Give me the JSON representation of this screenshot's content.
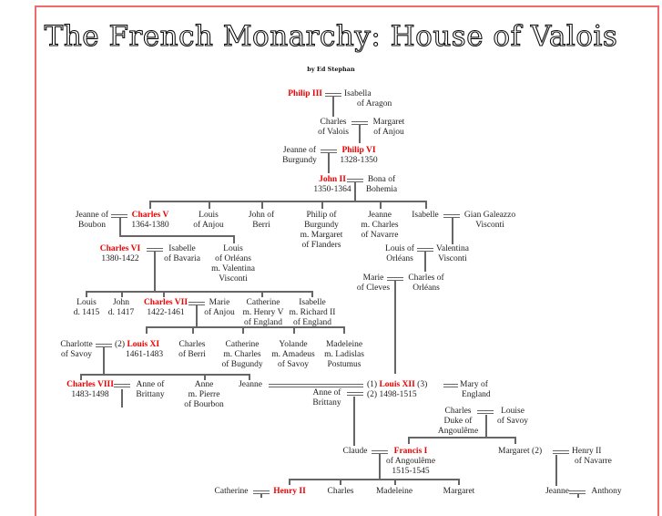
{
  "title": "The French Monarchy: House of Valois",
  "byline": "by Ed Stephan",
  "colors": {
    "border": "#f06a6a",
    "king": "#e00000",
    "lines": "#666666",
    "text": "#222222"
  },
  "people": {
    "philip3": {
      "name": "Philip III"
    },
    "isabella_aragon": {
      "l1": "Isabella",
      "l2": "of Aragon"
    },
    "charles_valois": {
      "l1": "Charles",
      "l2": "of Valois"
    },
    "margaret_anjou": {
      "l1": "Margaret",
      "l2": "of Anjou"
    },
    "jeanne_burgundy": {
      "l1": "Jeanne of",
      "l2": "Burgundy"
    },
    "philip6": {
      "name": "Philip VI",
      "reign": "1328-1350"
    },
    "john2": {
      "name": "John II",
      "reign": "1350-1364"
    },
    "bona_bohemia": {
      "l1": "Bona of",
      "l2": "Bohemia"
    },
    "jeanne_bourbon": {
      "l1": "Jeanne of",
      "l2": "Boubon"
    },
    "charles5": {
      "name": "Charles V",
      "reign": "1364-1380"
    },
    "louis_anjou": {
      "l1": "Louis",
      "l2": "of Anjou"
    },
    "john_berri": {
      "l1": "John of",
      "l2": "Berri"
    },
    "philip_burgundy": {
      "l1": "Philip of",
      "l2": "Burgundy",
      "l3": "m. Margaret",
      "l4": "of Flanders"
    },
    "jeanne_navarre": {
      "l1": "Jeanne",
      "l2": "m. Charles",
      "l3": "of Navarre"
    },
    "isabelle": {
      "l1": "Isabelle"
    },
    "gian_galeazzo": {
      "l1": "Gian Galeazzo",
      "l2": "Visconti"
    },
    "charles6": {
      "name": "Charles VI",
      "reign": "1380-1422"
    },
    "isabelle_bavaria": {
      "l1": "Isabelle",
      "l2": "of Bavaria"
    },
    "louis_orleans_a": {
      "l1": "Louis",
      "l2": "of Orléans",
      "l3": "m. Valentina",
      "l4": "Visconti"
    },
    "louis_orleans_b": {
      "l1": "Louis of",
      "l2": "Orléans"
    },
    "valentina": {
      "l1": "Valentina",
      "l2": "Visconti"
    },
    "marie_cleves": {
      "l1": "Marie",
      "l2": "of Cleves"
    },
    "charles_orleans": {
      "l1": "Charles of",
      "l2": "Orléans"
    },
    "louis_1415": {
      "l1": "Louis",
      "l2": "d. 1415"
    },
    "john_1417": {
      "l1": "John",
      "l2": "d. 1417"
    },
    "charles7": {
      "name": "Charles VII",
      "reign": "1422-1461"
    },
    "marie_anjou": {
      "l1": "Marie",
      "l2": "of Anjou"
    },
    "catherine_henry5": {
      "l1": "Catherine",
      "l2": "m. Henry V",
      "l3": "of England"
    },
    "isabelle_richard2": {
      "l1": "Isabelle",
      "l2": "m. Richard II",
      "l3": "of England"
    },
    "charlotte_savoy": {
      "l1": "Charlotte",
      "l2": "of Savoy"
    },
    "louis11": {
      "prefix": "(2)",
      "name": "Louis XI",
      "reign": "1461-1483"
    },
    "charles_berri": {
      "l1": "Charles",
      "l2": "of Berri"
    },
    "catherine_charles": {
      "l1": "Catherine",
      "l2": "m. Charles",
      "l3": "of Bugundy"
    },
    "yolande": {
      "l1": "Yolande",
      "l2": "m. Amadeus",
      "l3": "of Savoy"
    },
    "madeleine_ladislas": {
      "l1": "Madeleine",
      "l2": "m. Ladislas",
      "l3": "Postumus"
    },
    "charles8": {
      "name": "Charles VIII",
      "reign": "1483-1498"
    },
    "anne_brittany_a": {
      "l1": "Anne of",
      "l2": "Brittany"
    },
    "anne_pierre": {
      "l1": "Anne",
      "l2": "m. Pierre",
      "l3": "of Bourbon"
    },
    "jeanne": {
      "l1": "Jeanne"
    },
    "anne_brittany_b": {
      "l1": "Anne of",
      "l2": "Brittany"
    },
    "louis12": {
      "p1": "(1)",
      "p2": "(2)",
      "name": "Louis XII",
      "reign": "1498-1515",
      "p3": "(3)"
    },
    "mary_england": {
      "l1": "Mary of",
      "l2": "England"
    },
    "charles_angouleme": {
      "l1": "Charles",
      "l2": "Duke of",
      "l3": "Angoulême"
    },
    "louise_savoy": {
      "l1": "Louise",
      "l2": "of Savoy"
    },
    "claude": {
      "l1": "Claude"
    },
    "francis1": {
      "name": "Francis I",
      "l2": "of Angoulême",
      "reign": "1515-1545"
    },
    "margaret": {
      "l1": "Margaret",
      "p": "(2)"
    },
    "henry2_navarre": {
      "l1": "Henry II",
      "l2": "of Navarre"
    },
    "catherine": {
      "l1": "Catherine"
    },
    "henry2": {
      "name": "Henry II"
    },
    "charles_b": {
      "l1": "Charles"
    },
    "madeleine_b": {
      "l1": "Madeleine"
    },
    "margaret_b": {
      "l1": "Margaret"
    },
    "jeanne_b": {
      "l1": "Jeanne"
    },
    "anthony": {
      "l1": "Anthony"
    }
  }
}
